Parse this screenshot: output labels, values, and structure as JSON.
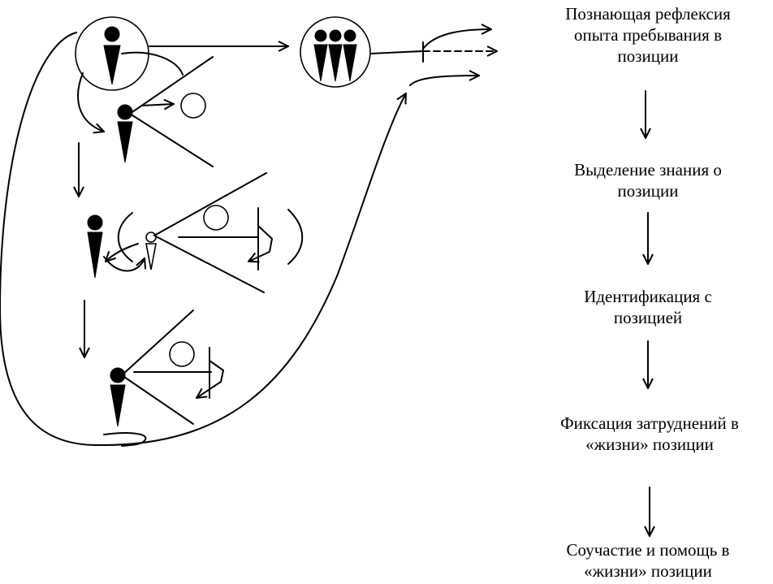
{
  "steps": [
    {
      "text": "Познающая рефлексия\nопыта пребывания в\nпозиции"
    },
    {
      "text": "Выделение знания о\nпозиции"
    },
    {
      "text": "Идентификация с\nпозицией"
    },
    {
      "text": "Фиксация затруднений в\n«жизни» позиции"
    },
    {
      "text": "Соучастие и помощь в\n«жизни» позиции"
    }
  ]
}
